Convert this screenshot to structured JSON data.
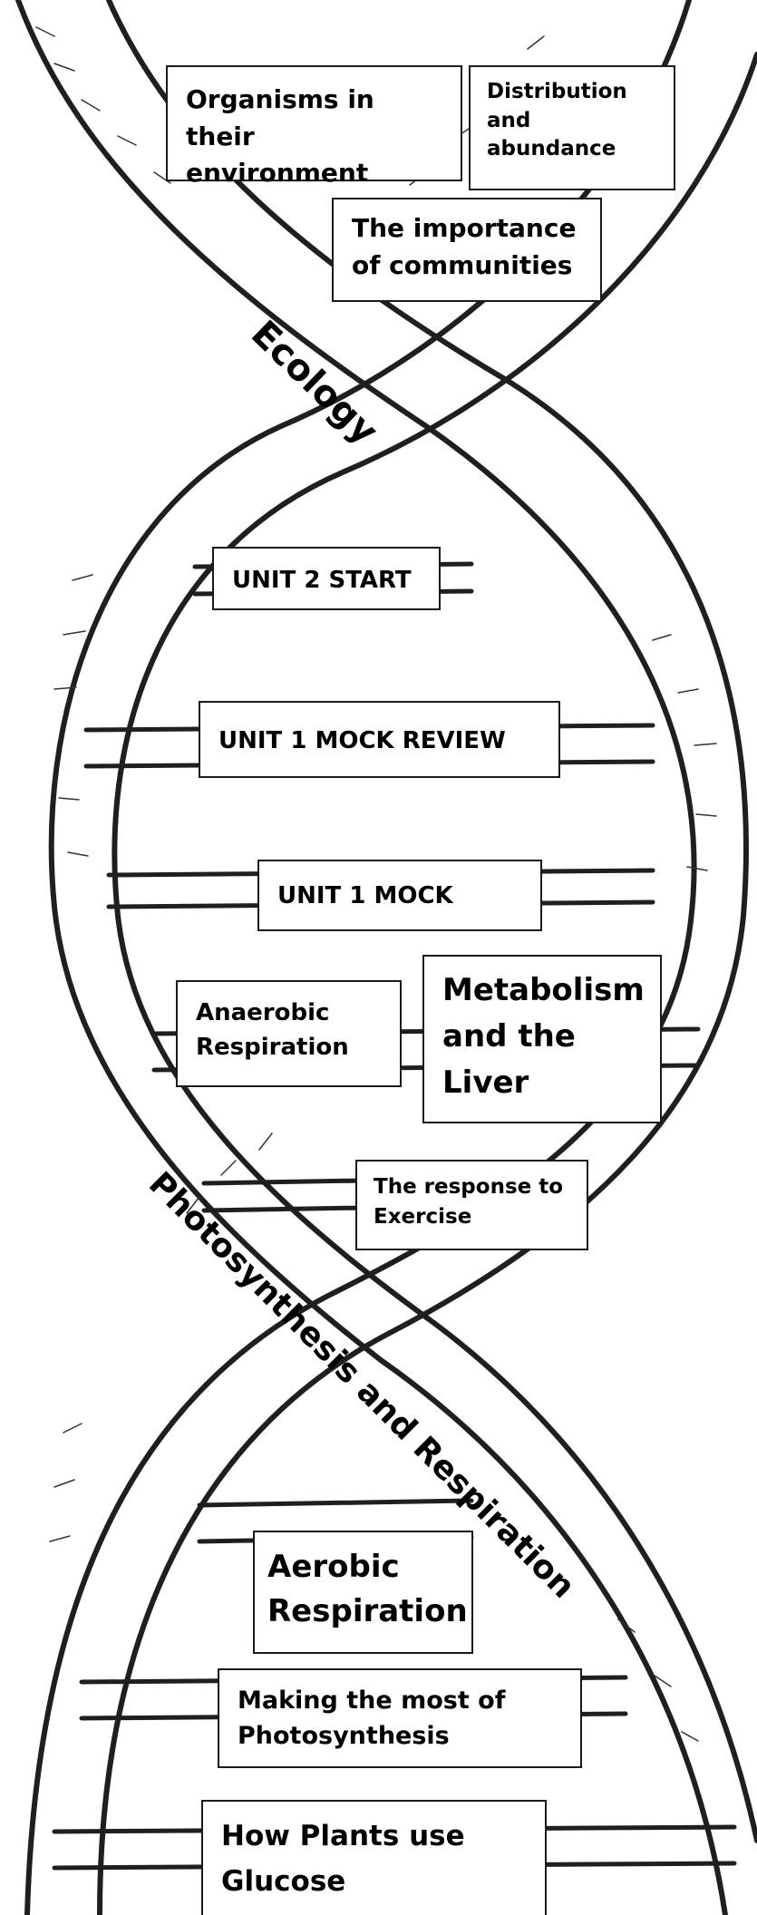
{
  "band_labels": {
    "ecology": "Ecology",
    "photosynthesis": "Photosynthesis and Respiration"
  },
  "topics": {
    "organisms": "Organisms in their environment",
    "distribution": "Distribution and abundance",
    "communities": "The importance of communities",
    "unit2_start": "UNIT 2 START",
    "unit1_mock_review": "UNIT 1 MOCK REVIEW",
    "unit1_mock": "UNIT 1 MOCK",
    "anaerobic": "Anaerobic Respiration",
    "metabolism": "Metabolism and the Liver",
    "exercise": "The response to Exercise",
    "aerobic": "Aerobic Respiration",
    "photosynthesis": "Making the most of Photosynthesis",
    "glucose": "How Plants use Glucose"
  }
}
